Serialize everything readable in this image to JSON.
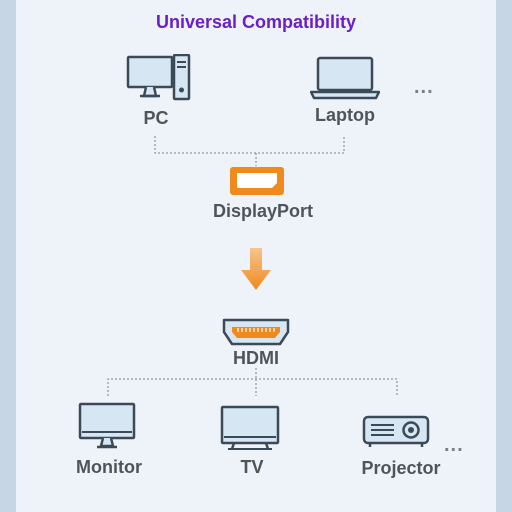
{
  "title": "Universal Compatibility",
  "sources": [
    {
      "label": "PC",
      "icon": "desktop-pc-icon"
    },
    {
      "label": "Laptop",
      "icon": "laptop-icon"
    }
  ],
  "sources_more": "...",
  "input_port": {
    "label": "DisplayPort",
    "icon": "displayport-icon",
    "color": "#f08a1c"
  },
  "direction_icon": "down-arrow-icon",
  "output_port": {
    "label": "HDMI",
    "icon": "hdmi-port-icon"
  },
  "outputs": [
    {
      "label": "Monitor",
      "icon": "monitor-icon"
    },
    {
      "label": "TV",
      "icon": "tv-icon"
    },
    {
      "label": "Projector",
      "icon": "projector-icon"
    }
  ],
  "outputs_more": "...",
  "colors": {
    "title": "#6a1fc9",
    "label": "#4f5458",
    "icon_stroke": "#3b4a56",
    "icon_fill": "#d6e6f3",
    "accent": "#f08a1c",
    "background": "#eef3f9"
  }
}
